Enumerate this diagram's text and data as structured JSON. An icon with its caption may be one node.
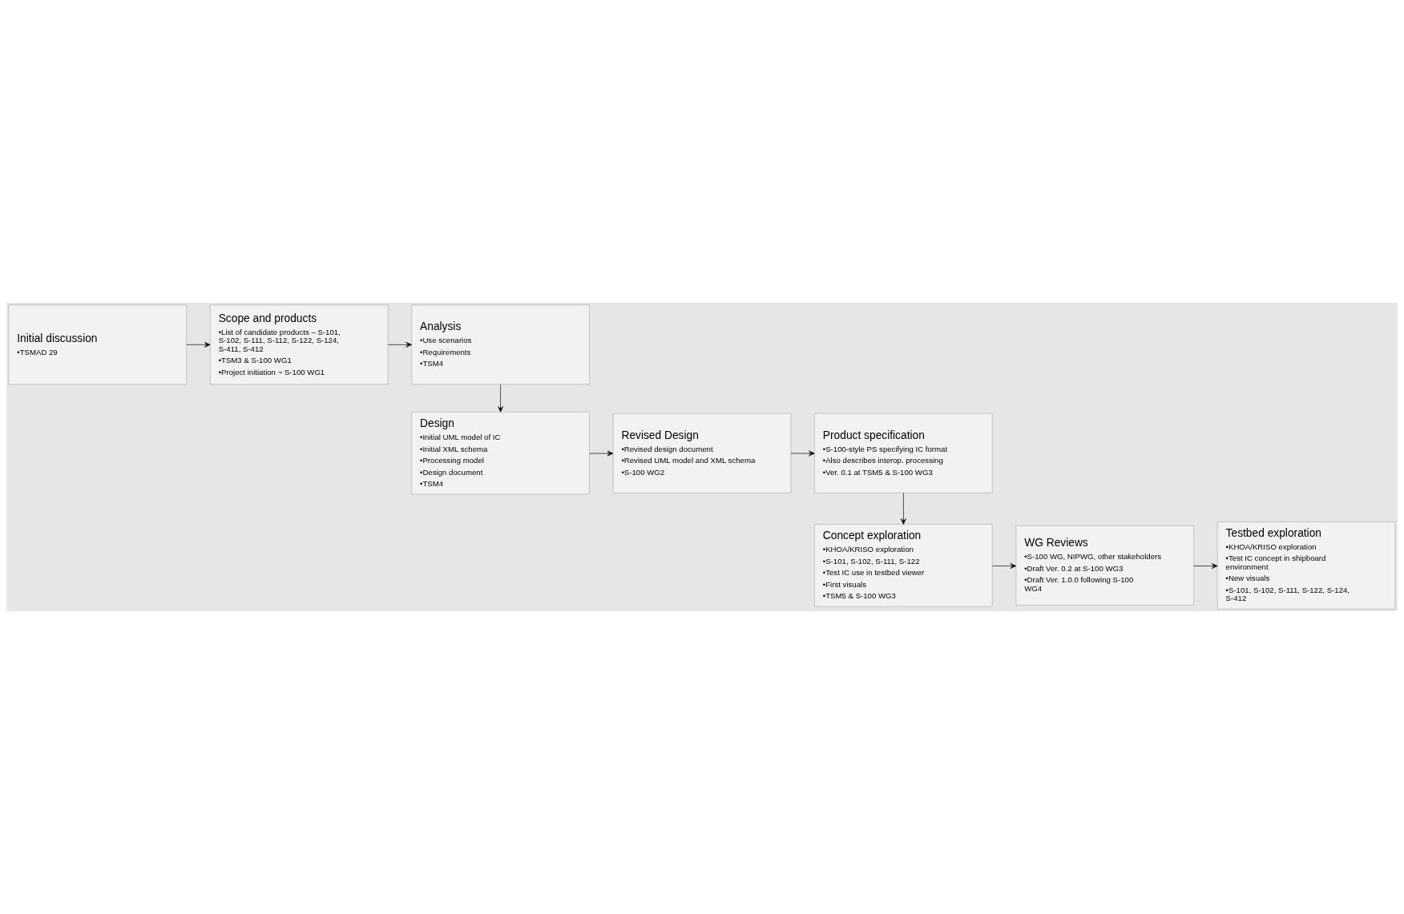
{
  "diagram": {
    "nodes": [
      {
        "text": [
          "Initial discussion",
          "•TSMAD 29"
        ]
      },
      {
        "text": [
          "Scope and products",
          "•List of candidate products – S-101, S-102, S-111, S-112, S-122, S-124, S-411, S-412",
          "•TSM3 & S-100 WG1",
          "•Project initiation ~ S-100 WG1"
        ]
      },
      {
        "text": [
          "Analysis",
          "•Use scenarios",
          "•Requirements",
          "•TSM4"
        ]
      },
      {
        "text": [
          "Design",
          "•Initial UML model of IC",
          "•Initial XML schema",
          "•Processing model",
          "•Design document",
          "•TSM4"
        ]
      },
      {
        "text": [
          "Revised Design",
          "•Revised design document",
          "•Revised UML model and XML schema",
          "•S-100 WG2"
        ]
      },
      {
        "text": [
          "Product specification",
          "•S-100-style PS specifying IC format",
          "•Also describes interop. processing",
          "•Ver. 0.1 at TSM5 & S-100 WG3"
        ]
      },
      {
        "text": [
          "Concept exploration",
          "•KHOA/KRISO exploration",
          "•S-101, S-102, S-111, S-122",
          "•Test IC use in testbed viewer",
          "•First visuals",
          "•TSM5 & S-100 WG3"
        ]
      },
      {
        "text": [
          "WG Reviews",
          "•S-100 WG, NIPWG, other stakeholders",
          "•Draft Ver. 0.2 at S-100 WG3",
          "•Draft Ver. 1.0.0 following S-100 WG4"
        ]
      },
      {
        "text": [
          "Testbed exploration",
          "•KHOA/KRISO exploration",
          "•Test IC concept in shipboard environment",
          "•New visuals",
          "•S-101, S-102, S-111, S-122, S-124, S-412"
        ]
      }
    ],
    "edges": [
      {
        "from": 0,
        "to": 1,
        "arrow": "to"
      },
      {
        "from": 1,
        "to": 2,
        "arrow": "to"
      },
      {
        "from": 2,
        "to": 3,
        "arrow": "to"
      },
      {
        "from": 3,
        "to": 4,
        "arrow": "to"
      },
      {
        "from": 4,
        "to": 5,
        "arrow": "to"
      },
      {
        "from": 5,
        "to": 6,
        "arrow": "to"
      },
      {
        "from": 6,
        "to": 7,
        "arrow": "to"
      },
      {
        "from": 7,
        "to": 8,
        "arrow": "to"
      }
    ]
  }
}
